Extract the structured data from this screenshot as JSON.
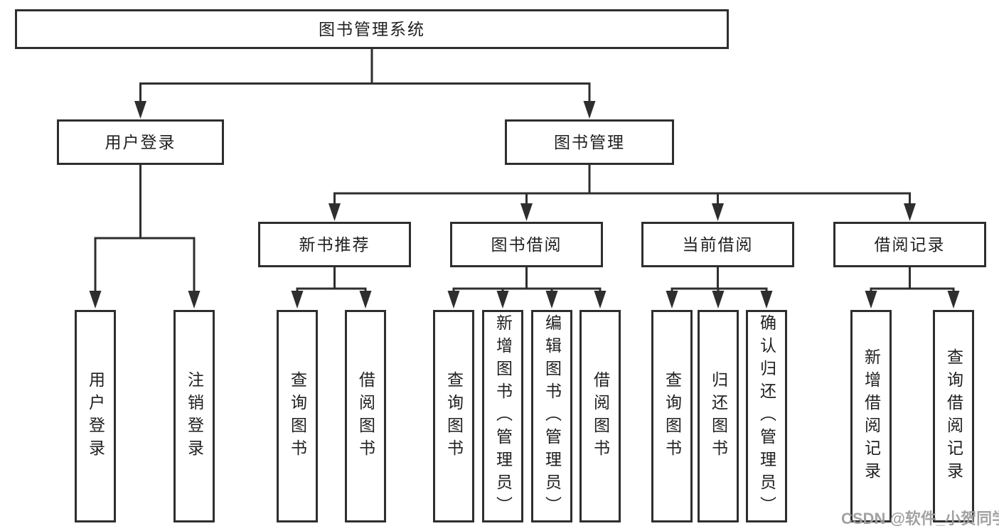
{
  "tree": {
    "label": "图书管理系统",
    "children": [
      {
        "label": "用户登录",
        "children": [
          {
            "label": "用户登录"
          },
          {
            "label": "注销登录"
          }
        ]
      },
      {
        "label": "图书管理",
        "children": [
          {
            "label": "新书推荐",
            "children": [
              {
                "label": "查询图书"
              },
              {
                "label": "借阅图书"
              }
            ]
          },
          {
            "label": "图书借阅",
            "children": [
              {
                "label": "查询图书"
              },
              {
                "label": "新增图书（管理员）"
              },
              {
                "label": "编辑图书（管理员）"
              },
              {
                "label": "借阅图书"
              }
            ]
          },
          {
            "label": "当前借阅",
            "children": [
              {
                "label": "查询图书"
              },
              {
                "label": "归还图书"
              },
              {
                "label": "确认归还（管理员）"
              }
            ]
          },
          {
            "label": "借阅记录",
            "children": [
              {
                "label": "新增借阅记录"
              },
              {
                "label": "查询借阅记录"
              }
            ]
          }
        ]
      }
    ]
  },
  "watermark": {
    "text": "CSDN @软件_小贺同学"
  },
  "colors": {
    "line": "#2e2e2e",
    "text": "#1f1f1f",
    "background": "#ffffff",
    "watermark": "#9e9e9e"
  }
}
